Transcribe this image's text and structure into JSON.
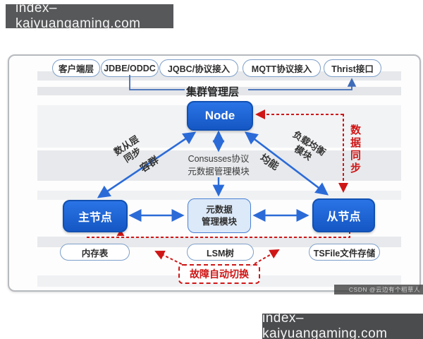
{
  "watermarks": {
    "top_bar": "index–kaiyuangaming.com",
    "bottom_bar": "index–kaiyuangaming.com",
    "csdn": "CSDN @云边有个稻草人"
  },
  "colors": {
    "node_blue": "#1b63d6",
    "arrow_blue": "#2b6bd8",
    "alert_red": "#cf1616",
    "meta_fill": "#dce9f8",
    "pill_border": "#7d9fc9"
  },
  "diagram": {
    "top_pills": [
      "客户端层",
      "JDBE/ODDC",
      "JQBC/协议接入",
      "MQTT协议接入",
      "Thrist接口"
    ],
    "cluster_layer_label": "集群管理层",
    "node_label": "Node",
    "edge_labels": {
      "left_diag": "数从层\n同步",
      "left_diag_2": "容群",
      "center": "Consusses协议\n元数据管理模块",
      "right_diag": "负载均衡\n模块",
      "right_diag_2": "均能",
      "data_sync": "数据同步",
      "failover": "故障自动切换"
    },
    "mid_nodes": {
      "master": "主节点",
      "meta": "元数据\n管理模块",
      "slave": "从节点"
    },
    "bottom_pills": [
      "内存表",
      "LSM树",
      "TSFile文件存储"
    ]
  }
}
